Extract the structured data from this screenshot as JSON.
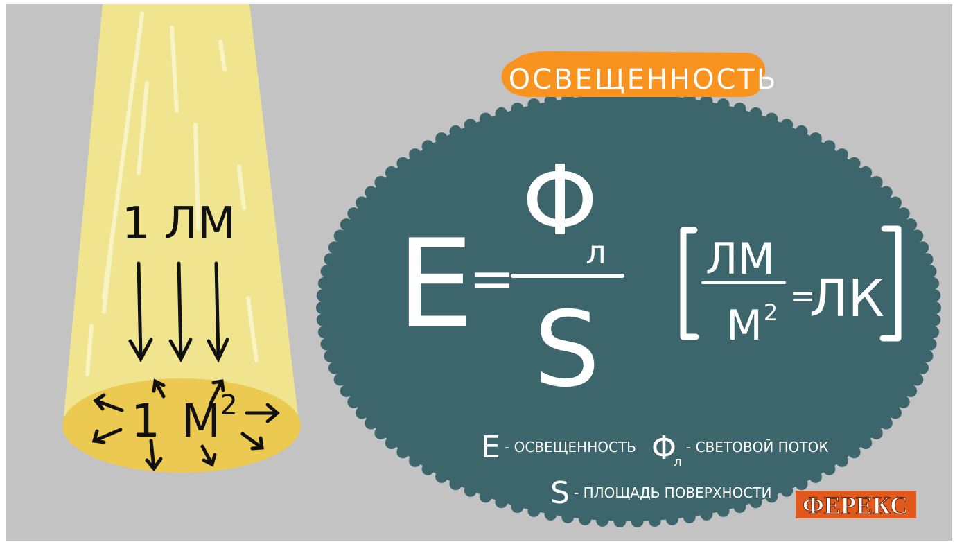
{
  "title_badge": {
    "text": "ОСВЕЩЕННОСТЬ",
    "color": "#f7931e"
  },
  "beam": {
    "flux_label": "1 ЛМ",
    "area_number": "1",
    "area_unit": "М",
    "area_exponent": "2",
    "beam_color": "#f0e48e",
    "spot_color": "#ecca52"
  },
  "formula": {
    "lhs": "E",
    "equals": "=",
    "numerator_symbol": "Φ",
    "numerator_subscript": "л",
    "denominator": "S",
    "unit_numerator": "ЛМ",
    "unit_denominator_base": "М",
    "unit_denominator_exp": "2",
    "unit_equals": "=",
    "unit_result": "ЛК",
    "board_color": "#3d666c"
  },
  "legend": {
    "e_symbol": "E",
    "e_text": "- ОСВЕЩЕННОСТЬ",
    "phi_symbol": "Φ",
    "phi_subscript": "л",
    "phi_text": "- СВЕТОВОЙ ПОТОК",
    "s_symbol": "S",
    "s_text": "- ПЛОЩАДЬ ПОВЕРХНОСТИ"
  },
  "logo": {
    "text": "ФЕРЕКС",
    "color": "#e05a1e"
  }
}
